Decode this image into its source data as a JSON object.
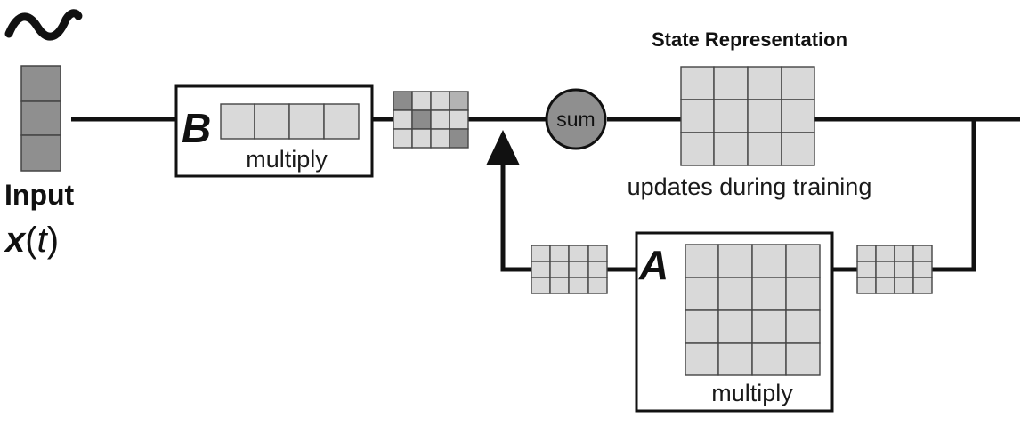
{
  "input": {
    "label": "Input",
    "fn_var": "x",
    "fn_open": "(",
    "fn_arg": "t",
    "fn_close": ")"
  },
  "matrix_b": {
    "letter": "B",
    "caption": "multiply"
  },
  "sum_node": {
    "label": "sum"
  },
  "state": {
    "title": "State Representation",
    "caption": "updates during training"
  },
  "matrix_a": {
    "letter": "A",
    "caption": "multiply"
  },
  "colors": {
    "line": "#111111",
    "cell_fill": "#d9d9d9",
    "cell_dark": "#8c8c8c",
    "cell_mid": "#b3b3b3",
    "sum_fill": "#8f8f8f",
    "input_fill": "#8f8f8f"
  }
}
